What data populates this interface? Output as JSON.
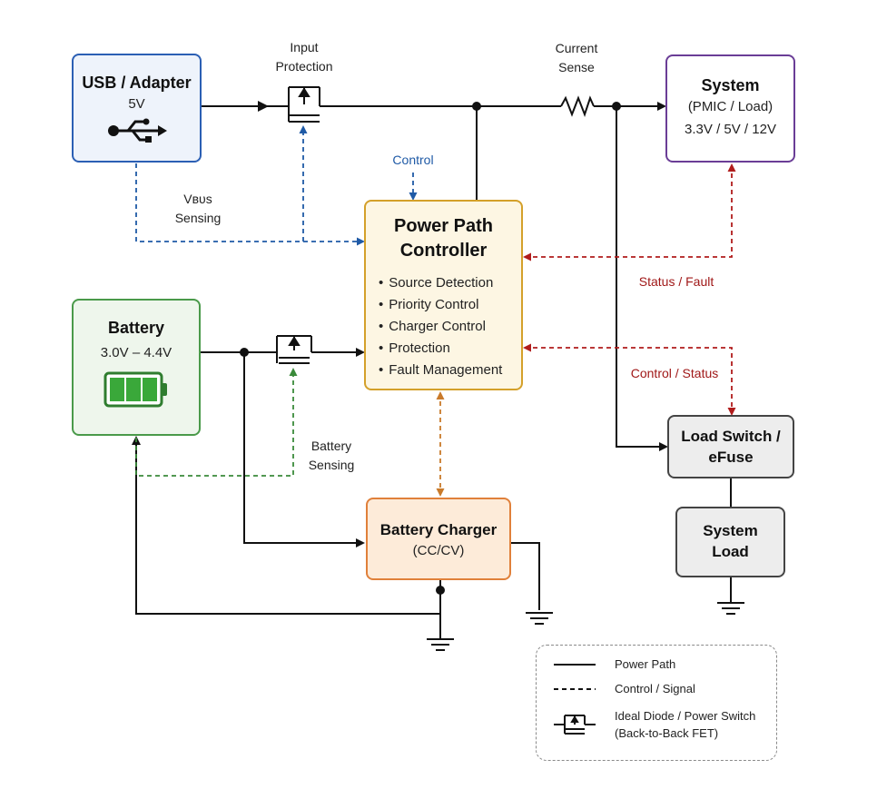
{
  "blocks": {
    "usb": {
      "title": "USB / Adapter",
      "sub": "5V",
      "icon": "usb-icon"
    },
    "system": {
      "title": "System",
      "line1": "(PMIC / Load)",
      "line2": "3.3V / 5V / 12V"
    },
    "controller": {
      "title_line1": "Power Path",
      "title_line2": "Controller",
      "bullets": [
        "Source Detection",
        "Priority Control",
        "Charger Control",
        "Protection",
        "Fault Management"
      ]
    },
    "battery": {
      "title": "Battery",
      "sub": "3.0V – 4.4V",
      "icon": "battery-icon"
    },
    "charger": {
      "title": "Battery Charger",
      "sub": "(CC/CV)"
    },
    "load_switch": {
      "title_line1": "Load Switch /",
      "title_line2": "eFuse"
    },
    "system_load": {
      "title_line1": "System",
      "title_line2": "Load"
    }
  },
  "labels": {
    "input_protection_1": "Input",
    "input_protection_2": "Protection",
    "current_sense_1": "Current",
    "current_sense_2": "Sense",
    "control": "Control",
    "vbus_sensing_1": "Vʙᴜs",
    "vbus_sensing_2": "Sensing",
    "status_fault": "Status / Fault",
    "control_status": "Control / Status",
    "battery_sensing_1": "Battery",
    "battery_sensing_2": "Sensing"
  },
  "legend": {
    "power_path": "Power Path",
    "control_signal": "Control / Signal",
    "ideal_diode_1": "Ideal Diode / Power Switch",
    "ideal_diode_2": "(Back-to-Back FET)"
  },
  "colors": {
    "usb_border": "#2b5fb4",
    "usb_fill": "#eef3fb",
    "system_border": "#6a3d96",
    "controller_border": "#d4a02a",
    "controller_fill": "#fdf6e3",
    "battery_border": "#4a9a4a",
    "battery_fill": "#eef6ec",
    "battery_cell": "#3aa83a",
    "charger_border": "#e0803a",
    "charger_fill": "#fdebd9",
    "grey_border": "#444444",
    "grey_fill": "#ededed",
    "power_line": "#111111",
    "signal_blue": "#1f5aa6",
    "signal_red": "#b01c1c",
    "signal_green": "#3a8a3a",
    "signal_orange": "#c97a2a"
  }
}
